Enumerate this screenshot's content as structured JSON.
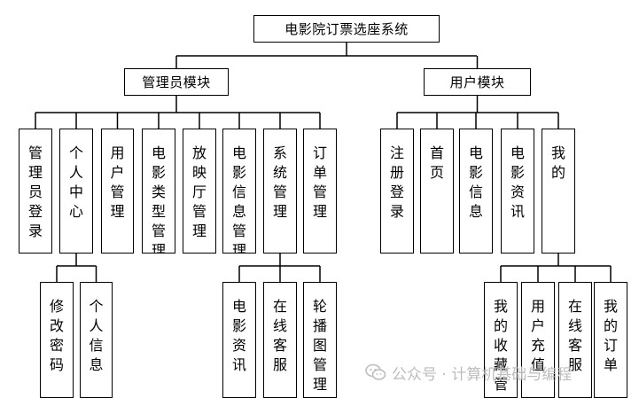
{
  "root": {
    "label": "电影院订票选座系统"
  },
  "modules": [
    {
      "key": "admin",
      "label": "管理员模块",
      "items": [
        {
          "label": "管理员登录"
        },
        {
          "label": "个人中心",
          "children": [
            {
              "label": "修改密码"
            },
            {
              "label": "个人信息"
            }
          ]
        },
        {
          "label": "用户管理"
        },
        {
          "label": "电影类型管理"
        },
        {
          "label": "放映厅管理"
        },
        {
          "label": "电影信息管理"
        },
        {
          "label": "系统管理",
          "children": [
            {
              "label": "电影资讯"
            },
            {
              "label": "在线客服"
            },
            {
              "label": "轮播图管理"
            }
          ]
        },
        {
          "label": "订单管理"
        }
      ]
    },
    {
      "key": "user",
      "label": "用户模块",
      "items": [
        {
          "label": "注册登录"
        },
        {
          "label": "首页"
        },
        {
          "label": "电影信息"
        },
        {
          "label": "电影资讯"
        },
        {
          "label": "我的",
          "children": [
            {
              "label": "我的收藏管理"
            },
            {
              "label": "用户充值"
            },
            {
              "label": "在线客服"
            },
            {
              "label": "我的订单"
            }
          ]
        }
      ]
    }
  ],
  "watermark": {
    "text": "公众号 · 计算机基础与编程"
  }
}
